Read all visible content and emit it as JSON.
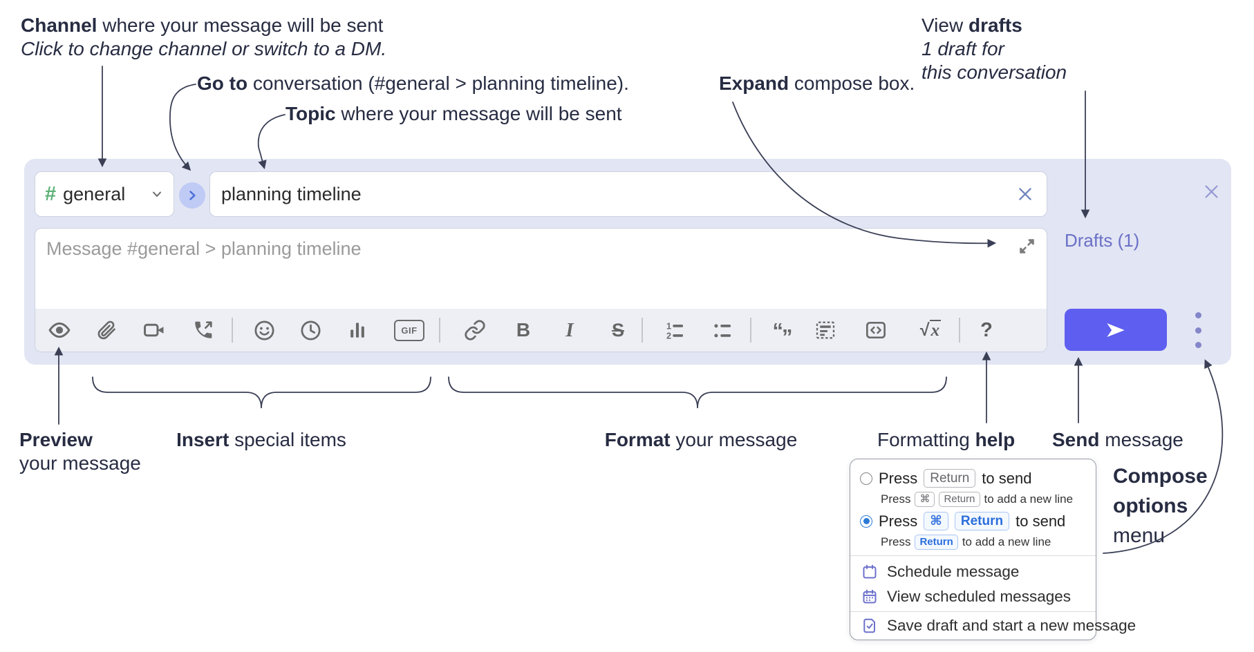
{
  "colors": {
    "compose_bg": "#e2e5f3",
    "send_accent": "#5e5ef0",
    "drafts_link": "#6a70c7",
    "channel_hash_green": "#5cb176",
    "goto_circle_bg": "#bfcaf5",
    "goto_chevron_blue": "#4a6fd8",
    "radio_selected_blue": "#2c7ad6",
    "key_blue_text": "#2b6fdb",
    "menu_icon_purple": "#6d71cc",
    "annotation_text": "#272c42",
    "toolbar_icon_gray": "#696969"
  },
  "annotations": {
    "channel": {
      "bold": "Channel",
      "rest": " where your message will be sent",
      "italic_line": "Click to change channel or switch to a DM."
    },
    "goto": {
      "bold": "Go to",
      "rest": " conversation (#general > planning timeline)."
    },
    "topic": {
      "bold": "Topic",
      "rest": " where your message will be sent"
    },
    "expand": {
      "bold": "Expand",
      "rest": " compose box."
    },
    "view_drafts": {
      "pre": "View ",
      "bold": "drafts",
      "line2": "1 draft for",
      "line3": "this conversation"
    },
    "preview": {
      "bold": "Preview",
      "line2": "your message"
    },
    "insert": {
      "bold": "Insert",
      "rest": " special items"
    },
    "format": {
      "bold": "Format",
      "rest": " your message"
    },
    "formatting_help": {
      "pre": "Formatting ",
      "bold": "help"
    },
    "send": {
      "bold": "Send",
      "rest": " message"
    },
    "compose_options": {
      "line1": "Compose",
      "line2": "options",
      "line3": "menu"
    }
  },
  "compose": {
    "channel_selector": {
      "hash": "#",
      "name": "general"
    },
    "topic_input": {
      "value": "planning timeline"
    },
    "message_placeholder": "Message #general > planning timeline",
    "drafts_link": "Drafts (1)",
    "toolbar": {
      "gif": "GIF",
      "bold": "B",
      "italic": "I",
      "strike": "S",
      "ol_1": "1",
      "ol_2": "2",
      "quote_open": "“",
      "quote_close": "”",
      "math_root": "√",
      "math_x": "x",
      "help": "?"
    }
  },
  "menu": {
    "option_return": {
      "press": "Press",
      "key": "Return",
      "suffix": "to send",
      "sub": {
        "press": "Press",
        "key1": "⌘",
        "key2": "Return",
        "suffix": "to add a new line"
      }
    },
    "option_cmd_return": {
      "press": "Press",
      "key1": "⌘",
      "key2": "Return",
      "suffix": "to send",
      "sub": {
        "press": "Press",
        "key": "Return",
        "suffix": "to add a new line"
      }
    },
    "items": {
      "schedule": "Schedule message",
      "view_scheduled": "View scheduled messages",
      "save_draft": "Save draft and start a new message"
    }
  }
}
